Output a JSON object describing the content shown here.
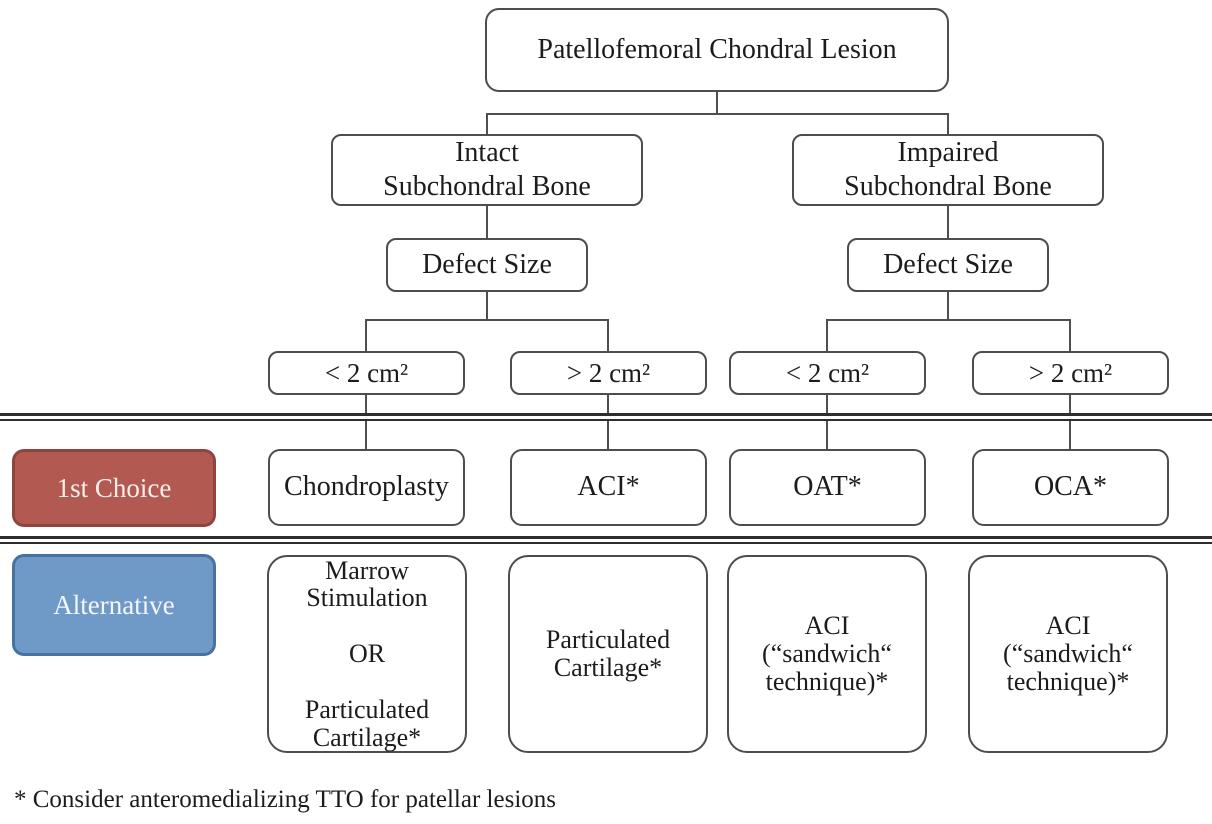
{
  "palette": {
    "box_border": "#4d4d4d",
    "connector_line": "#4f4f4f",
    "separator_line": "#2e2e2e",
    "first_choice_fill": "#b25a52",
    "first_choice_border": "#8e453f",
    "alternative_fill": "#6f9ac8",
    "alternative_border": "#47719f",
    "tag_text": "#f7f1ea"
  },
  "nodes": {
    "root": "Patellofemoral Chondral Lesion",
    "intact": "Intact\nSubchondral Bone",
    "impaired": "Impaired\nSubchondral Bone",
    "defect_size_left": "Defect Size",
    "defect_size_right": "Defect Size",
    "size_small_left": "< 2 cm²",
    "size_large_left": "> 2 cm²",
    "size_small_right": "< 2 cm²",
    "size_large_right": "> 2 cm²"
  },
  "row_labels": {
    "first_choice": "1st Choice",
    "alternative": "Alternative"
  },
  "first_choice": [
    "Chondroplasty",
    "ACI*",
    "OAT*",
    "OCA*"
  ],
  "alternatives": [
    "Marrow\nStimulation\n\nOR\n\nParticulated\nCartilage*",
    "Particulated\nCartilage*",
    "ACI\n(“sandwich“\ntechnique)*",
    "ACI\n(“sandwich“\ntechnique)*"
  ],
  "footnote": "* Consider anteromedializing TTO for patellar lesions"
}
